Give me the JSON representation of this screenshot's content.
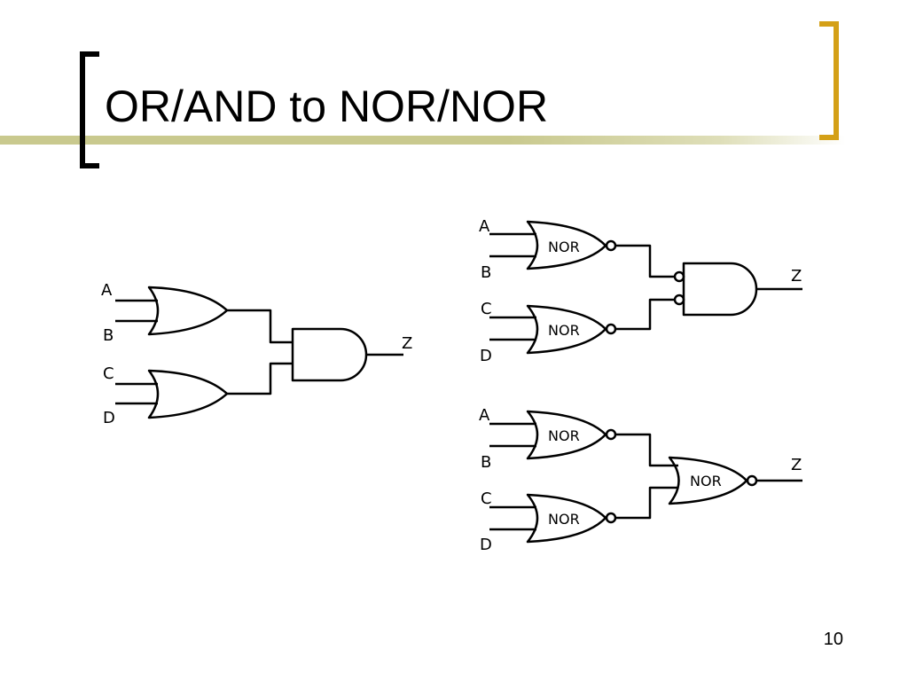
{
  "slide": {
    "title": "OR/AND to NOR/NOR",
    "page_number": "10",
    "colors": {
      "accent_bar": "#c8c88c",
      "left_bracket": "#000000",
      "right_bracket": "#d4a017",
      "wire": "#000000"
    }
  },
  "diagram": {
    "circuit_or_and": {
      "inputs": [
        "A",
        "B",
        "C",
        "D"
      ],
      "output": "Z"
    },
    "circuit_nor_and": {
      "inputs": [
        "A",
        "B",
        "C",
        "D"
      ],
      "gate_labels": [
        "NOR",
        "NOR"
      ],
      "output": "Z"
    },
    "circuit_nor_nor": {
      "inputs": [
        "A",
        "B",
        "C",
        "D"
      ],
      "gate_labels": [
        "NOR",
        "NOR",
        "NOR"
      ],
      "output": "Z"
    }
  }
}
